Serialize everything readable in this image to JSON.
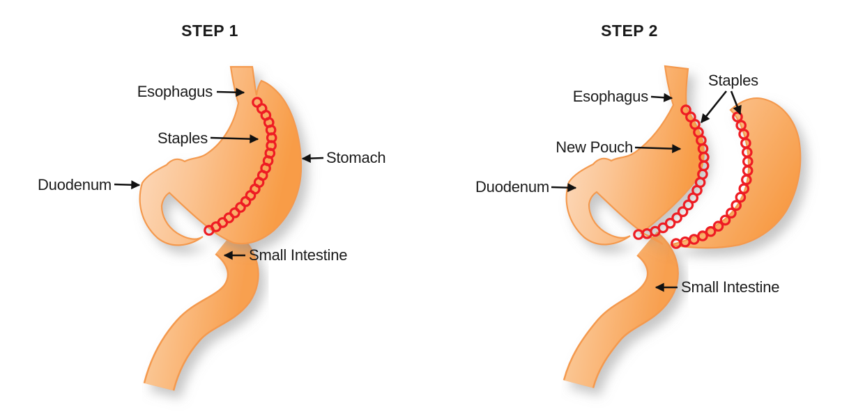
{
  "diagram": {
    "kind": "gastric-sleeve-surgery-steps",
    "colors": {
      "background": "#ffffff",
      "body_outline": "#f4994d",
      "staple_red": "#ee1c23",
      "label_text": "#1a1a1a",
      "shadow": "#999999"
    },
    "panels": [
      {
        "title": "STEP 1",
        "labels": {
          "esophagus": "Esophagus",
          "staples": "Staples",
          "stomach": "Stomach",
          "duodenum": "Duodenum",
          "small_intestine": "Small Intestine"
        }
      },
      {
        "title": "STEP 2",
        "labels": {
          "staples": "Staples",
          "esophagus": "Esophagus",
          "new_pouch": "New Pouch",
          "duodenum": "Duodenum",
          "small_intestine": "Small Intestine"
        }
      }
    ]
  }
}
